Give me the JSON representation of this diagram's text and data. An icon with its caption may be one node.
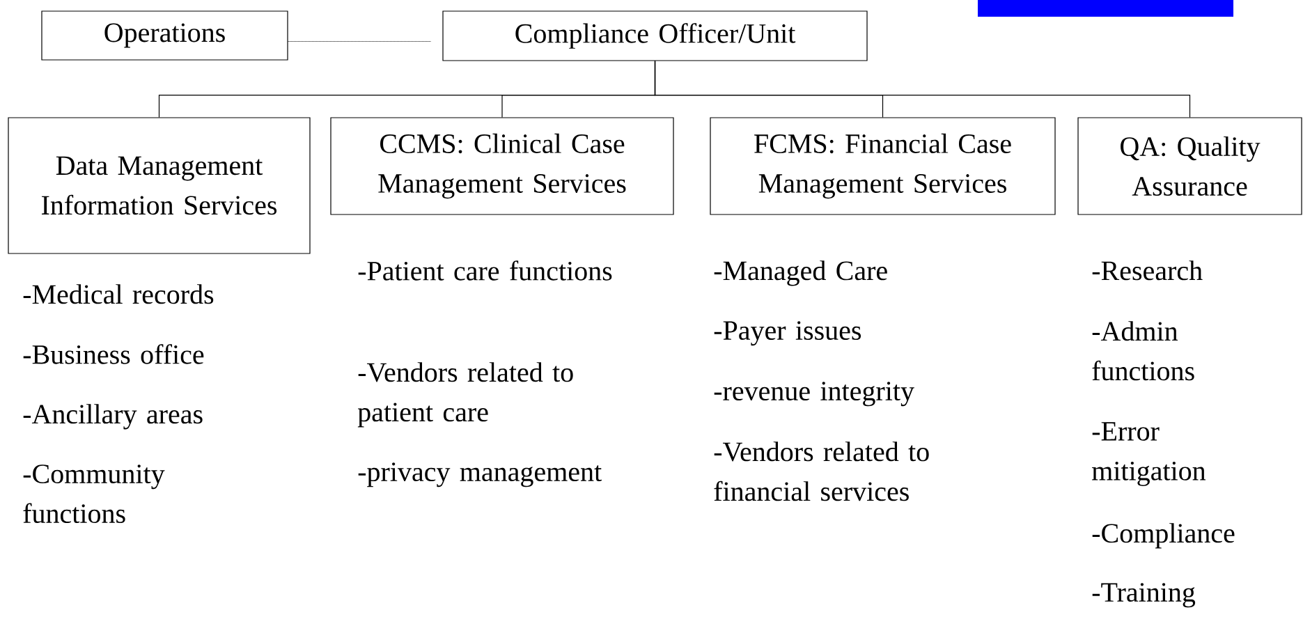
{
  "diagram": {
    "nodes": [
      {
        "text": [
          "Operations"
        ]
      },
      {
        "text": [
          "Compliance Officer/Unit"
        ]
      },
      {
        "text": [
          "Data Management Information Services"
        ]
      },
      {
        "text": [
          "CCMS: Clinical Case Management Services"
        ]
      },
      {
        "text": [
          "FCMS: Financial Case Management Services"
        ]
      },
      {
        "text": [
          "QA: Quality Assurance"
        ]
      },
      {
        "text": [],
        "shape": "box"
      }
    ],
    "edges": [
      {
        "from": 0,
        "to": 1,
        "arrow": "none",
        "style": "dashed"
      },
      {
        "from": 1,
        "to": 2,
        "arrow": "none"
      },
      {
        "from": 1,
        "to": 3,
        "arrow": "none"
      },
      {
        "from": 1,
        "to": 4,
        "arrow": "none"
      },
      {
        "from": 1,
        "to": 5,
        "arrow": "none"
      }
    ],
    "labels": [
      "-Medical records",
      "-Business office",
      "-Ancillary areas",
      "-Community functions",
      "-Patient care functions",
      "-Vendors related to patient care",
      "-privacy management",
      "-Managed Care",
      "-Payer issues",
      "-revenue integrity",
      "-Vendors related to financial services",
      "-Research",
      "-Admin functions",
      "-Error mitigation",
      "-Compliance",
      "-Training"
    ]
  }
}
